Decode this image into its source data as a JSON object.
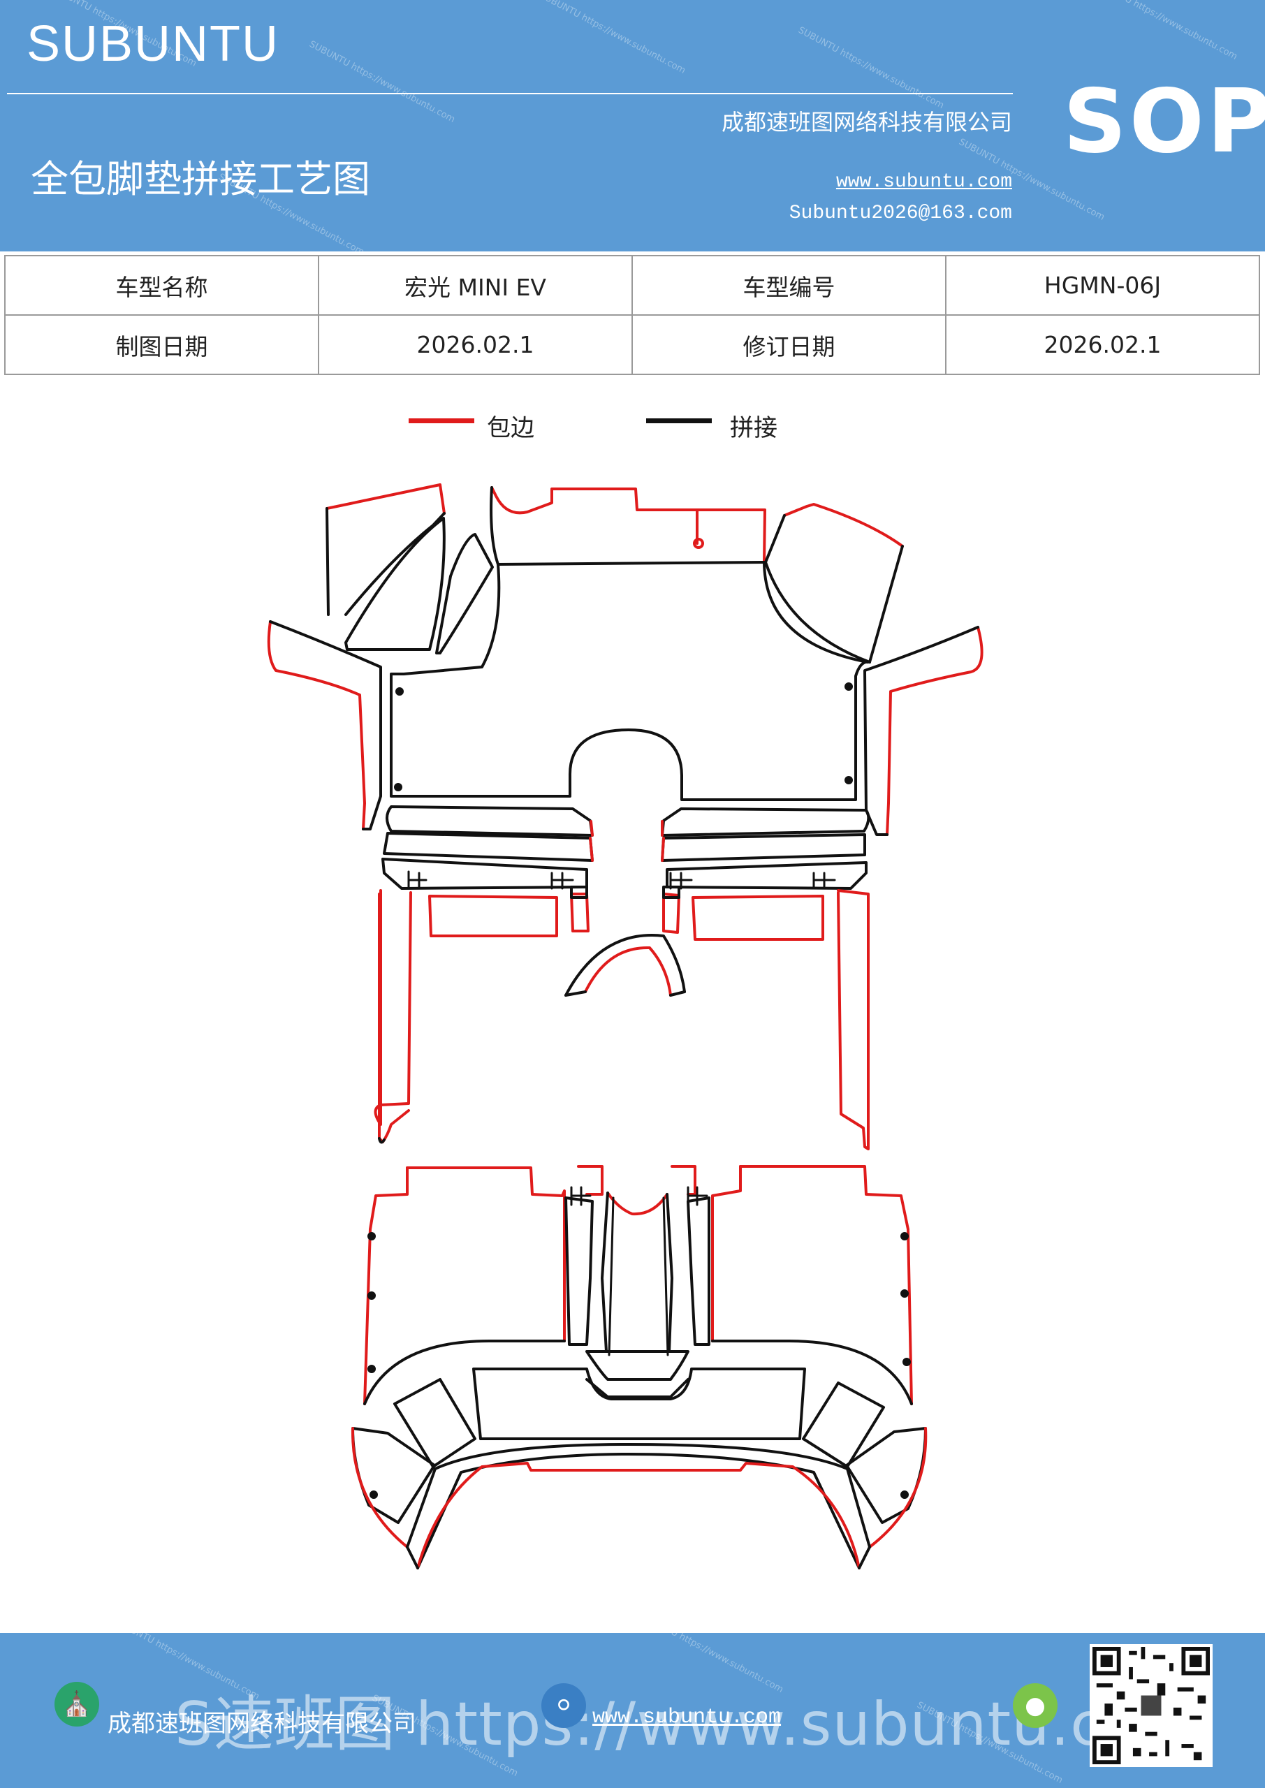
{
  "header": {
    "brand": "SUBUNTU",
    "company": "成都速班图网络科技有限公司",
    "badge": "SOP",
    "title": "全包脚垫拼接工艺图",
    "website": "www.subuntu.com",
    "email": "Subuntu2026@163.com"
  },
  "info_table": {
    "rows": [
      [
        "车型名称",
        "宏光 MINI EV",
        "车型编号",
        "HGMN-06J"
      ],
      [
        "制图日期",
        "2026.02.1",
        "修订日期",
        "2026.02.1"
      ]
    ]
  },
  "legend": {
    "items": [
      {
        "label": "包边",
        "color": "#e01b1b"
      },
      {
        "label": "拼接",
        "color": "#111111"
      }
    ]
  },
  "footer": {
    "company": "成都速班图网络科技有限公司",
    "website": "www.subuntu.com",
    "overlay_text": "S速班图 https://www.subuntu.com",
    "icons": [
      "building-icon",
      "globe-icon",
      "wechat-icon"
    ]
  },
  "colors": {
    "header_bg": "#5b9bd5",
    "hem": "#e01b1b",
    "splice": "#111111"
  }
}
